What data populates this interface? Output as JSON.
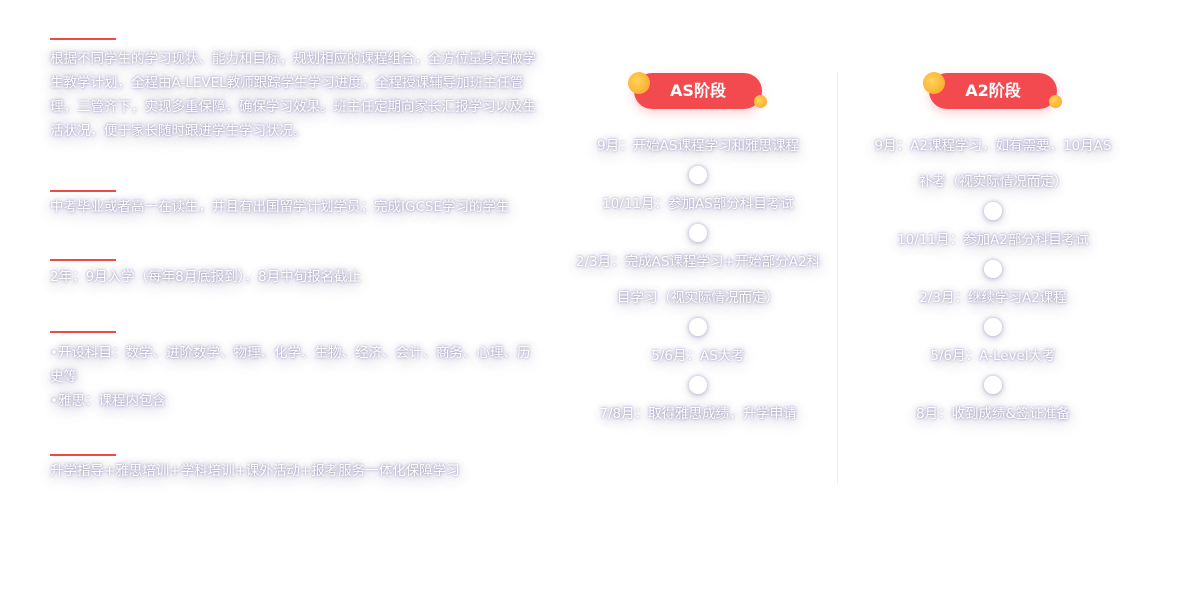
{
  "left": {
    "block1": "根据不同学生的学习现状、能力和目标，规划相应的课程组合，全方位量身定做学生教学计划，全程由A-LEVEL教师跟踪学生学习进度，全程授课辅导加班主任管理，三管齐下，实现多重保障，确保学习效果。班主任定期向家长汇报学习以及生活状况，便于家长随时跟进学生学习状况。",
    "block2": "中考毕业或者高一在读生，并且有出国留学计划学员；完成IGCSE学习的学生",
    "block3": "2年；9月入学（每年8月底报到），8月中旬报名截止",
    "block4_line1": "•开设科目：数学、进阶数学、物理、化学、生物、经济、会计、商务、心理、历史等",
    "block4_line2": "•雅思：课程内包含",
    "block5": "升学指导+雅思培训+学科培训+课外活动+报考服务一体化保障学习"
  },
  "as_stage": {
    "title": "AS阶段",
    "steps": [
      "9月：开始AS课程学习和雅思课程",
      "10/11月：参加AS部分科目考试",
      "2/3月：完成AS课程学习+开始部分A2科目学习（视实际情况而定）",
      "5/6月：AS大考",
      "7/8月：取得雅思成绩，升学申请"
    ]
  },
  "a2_stage": {
    "title": "A2阶段",
    "steps": [
      "9月：A2课程学习，如有需要，10月AS补考（视实际情况而定）",
      "10/11月：参加A2部分科目考试",
      "2/3月：继续学习A2课程",
      "5/6月：A-Level大考",
      "8月：收到成绩&签证准备"
    ]
  },
  "colors": {
    "accent_red": "#f24a4f",
    "line_red": "#ee4b47",
    "dot_orange": "#f9a21b"
  },
  "icons": {
    "step_arrow": "chevron-down-circle-icon"
  }
}
